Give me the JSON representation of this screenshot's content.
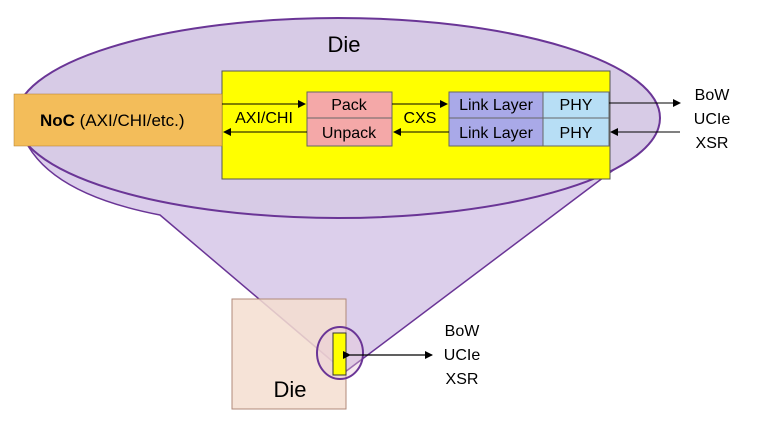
{
  "colors": {
    "purple": "#6a3596",
    "lavender": "#d7cbe6",
    "funnel_fill": "#dccfeb",
    "noc_orange": "#f3bd5a",
    "yellow": "#ffff00",
    "pink": "#f4a8a8",
    "link_blue": "#a9a9e8",
    "phy_blue": "#b7def5",
    "small_die": "#f4ded0",
    "small_die_border": "#b08a7a"
  },
  "big_die": {
    "title": "Die",
    "noc_bold": "NoC",
    "noc_rest": " (AXI/CHI/etc.)",
    "axi_label": "AXI/CHI",
    "pack_label": "Pack",
    "unpack_label": "Unpack",
    "cxs_label": "CXS",
    "link_layer_top": "Link Layer",
    "link_layer_bottom": "Link Layer",
    "phy_top": "PHY",
    "phy_bottom": "PHY"
  },
  "interfaces_top": [
    "BoW",
    "UCIe",
    "XSR"
  ],
  "small_die": {
    "title": "Die",
    "interfaces": [
      "BoW",
      "UCIe",
      "XSR"
    ]
  }
}
